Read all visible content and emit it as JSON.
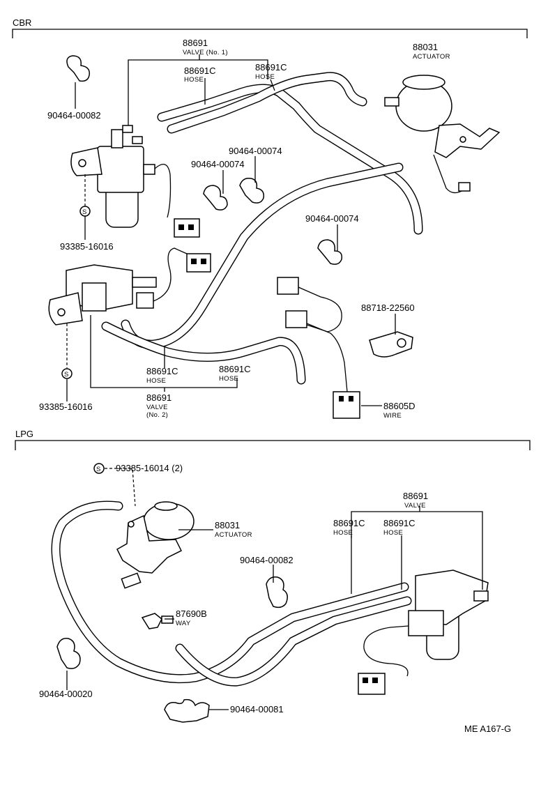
{
  "sections": {
    "cbr": "CBR",
    "lpg": "LPG"
  },
  "screw_symbol": "S",
  "cbr": {
    "valve1": {
      "number": "88691",
      "name": "VALVE (No. 1)"
    },
    "hose_a": {
      "number": "88691C",
      "name": "HOSE"
    },
    "hose_b": {
      "number": "88691C",
      "name": "HOSE"
    },
    "actuator": {
      "number": "88031",
      "name": "ACTUATOR"
    },
    "clamp_82": {
      "number": "90464-00082"
    },
    "clamp_74a": {
      "number": "90464-00074"
    },
    "clamp_74b": {
      "number": "90464-00074"
    },
    "clamp_74c": {
      "number": "90464-00074"
    },
    "screw_top": {
      "number": "93385-16016"
    },
    "clamp_88718": {
      "number": "88718-22560"
    },
    "hose_c": {
      "number": "88691C",
      "name": "HOSE"
    },
    "hose_d": {
      "number": "88691C",
      "name": "HOSE"
    },
    "valve2": {
      "number": "88691",
      "name": "VALVE",
      "sub": "(No. 2)"
    },
    "screw_bottom": {
      "number": "93385-16016"
    },
    "wire": {
      "number": "88605D",
      "name": "WIRE"
    }
  },
  "lpg": {
    "screw": {
      "number": "93385-16014 (2)"
    },
    "valve": {
      "number": "88691",
      "name": "VALVE"
    },
    "actuator": {
      "number": "88031",
      "name": "ACTUATOR"
    },
    "hose_a": {
      "number": "88691C",
      "name": "HOSE"
    },
    "hose_b": {
      "number": "88691C",
      "name": "HOSE"
    },
    "clamp_82": {
      "number": "90464-00082"
    },
    "way": {
      "number": "87690B",
      "name": "WAY"
    },
    "clamp_20": {
      "number": "90464-00020"
    },
    "clamp_81": {
      "number": "90464-00081"
    }
  },
  "figure_code": "ME A167-G"
}
